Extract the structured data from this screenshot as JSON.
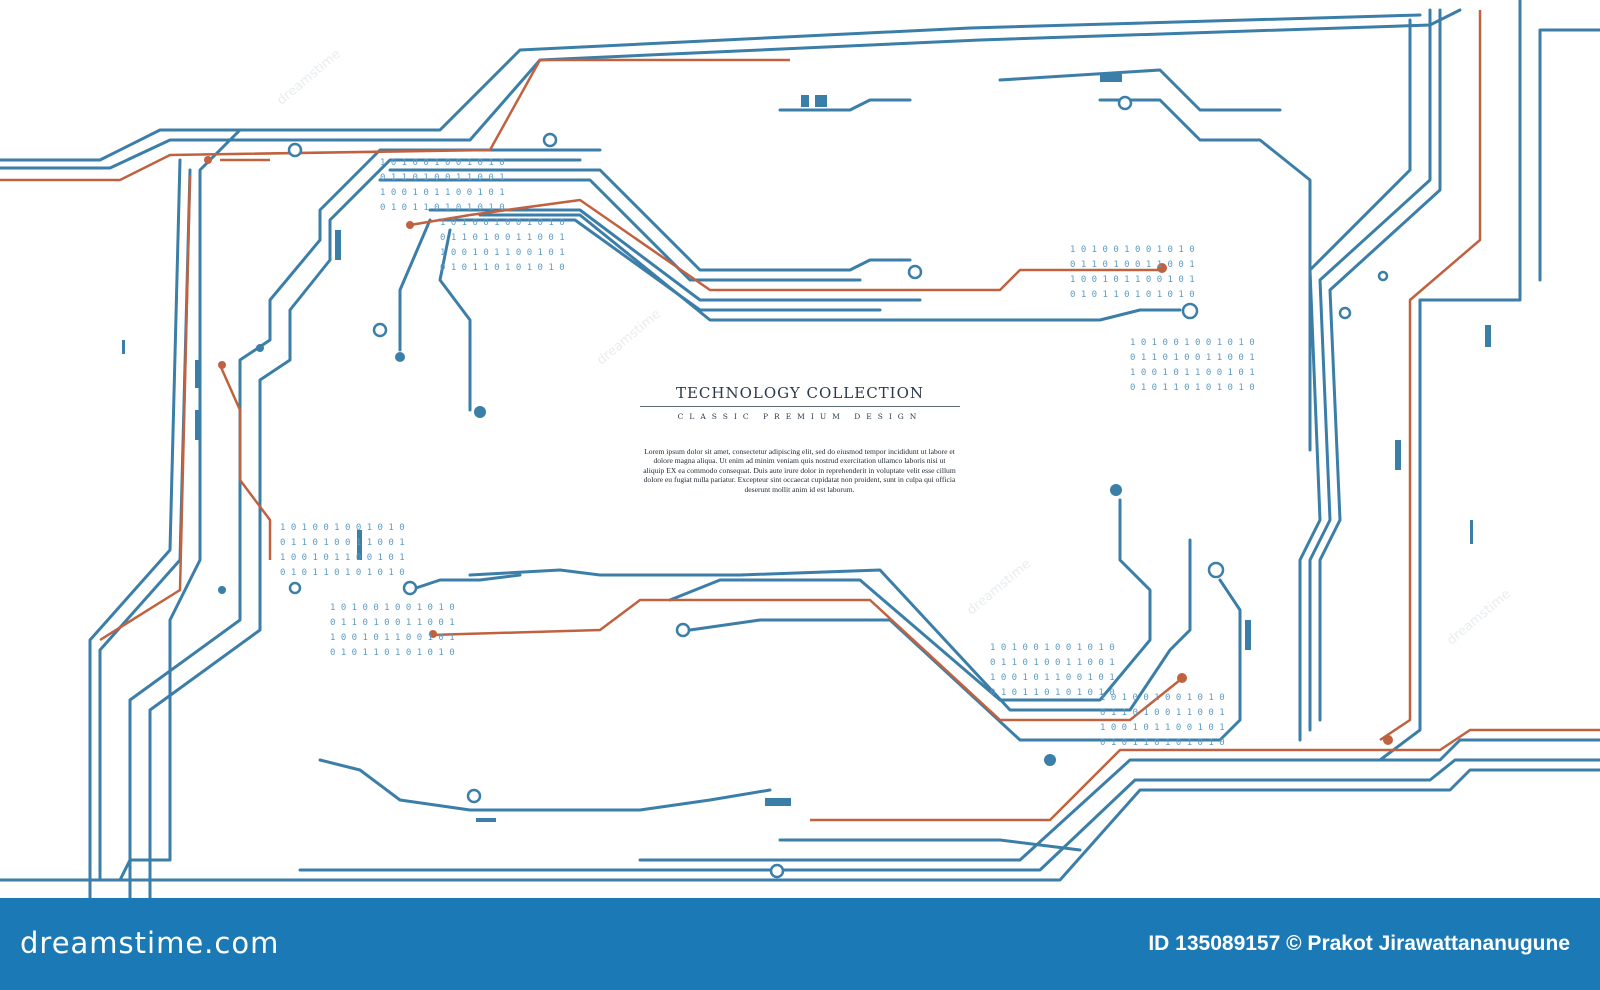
{
  "colors": {
    "trace_blue": "#3b7ea8",
    "trace_red": "#c0623f",
    "footer": "#1b7ab5",
    "text": "#2a3a4a"
  },
  "headline": {
    "title": "TECHNOLOGY COLLECTION",
    "subtitle": "CLASSIC PREMIUM DESIGN",
    "body": "Lorem ipsum dolor sit amet, consectetur adipiscing elit, sed do eiusmod tempor incididunt ut labore et dolore magna aliqua. Ut enim ad minim veniam quis nostrud exercitation ullamco laboris nisi ut aliquip EX ea commodo consequat. Duis aute irure dolor in reprehenderit in voluptate velit esse cillum dolore eu fugiat nulla pariatur. Excepteur sint occaecat cupidatat non proident, sunt in culpa qui officia deserunt mollit anim id est laborum."
  },
  "binary_rows": [
    "1 0 1 0 0 1 0 0 1 0 1 0",
    "0 1 1 0 1 0 0 1 1 0 0 1",
    "1 0 0 1 0 1 1 0 0 1 0 1",
    "0 1 0 1 1 0 1 0 1 0 1 0"
  ],
  "footer": {
    "logo": "dreamstime.com",
    "credit": "ID 135089157 © Prakot Jirawattananugune"
  },
  "watermark": "dreamstime"
}
